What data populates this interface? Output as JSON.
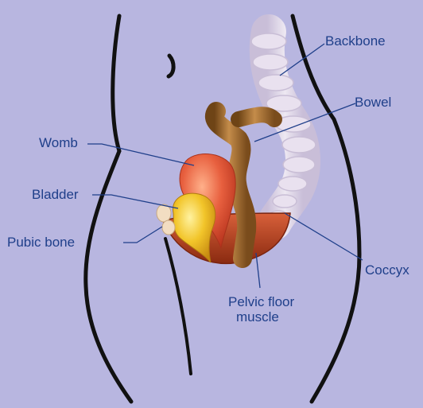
{
  "labels": {
    "backbone": "Backbone",
    "bowel": "Bowel",
    "womb": "Womb",
    "bladder": "Bladder",
    "pubic_bone": "Pubic bone",
    "coccyx": "Coccyx",
    "pelvic_floor_line1": "Pelvic floor",
    "pelvic_floor_line2": "muscle"
  },
  "colors": {
    "background": "#b8b6e0",
    "label_text": "#1f3f8a",
    "leader_line": "#1f3f8a",
    "body_outline": "#111111",
    "backbone": "#e4d9ea",
    "bowel": "#a06a2c",
    "womb": "#e0553a",
    "bladder": "#f0c020",
    "pelvic_floor": "#b8401e",
    "pubic_bone": "#f0dcc0"
  }
}
